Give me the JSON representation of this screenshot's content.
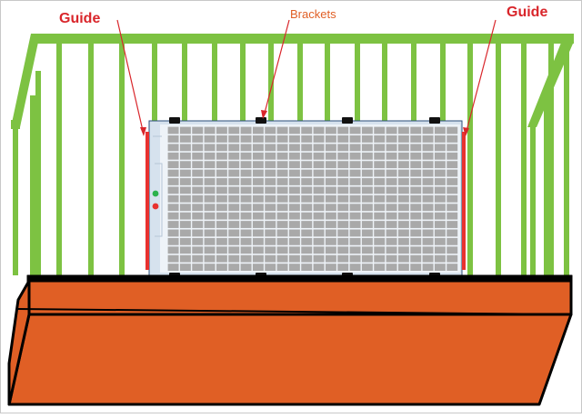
{
  "labels": {
    "guide_left": "Guide",
    "guide_right": "Guide",
    "brackets": "Brackets"
  },
  "colors": {
    "railing": "#7dc242",
    "annotation": "#d9262b",
    "guide_rail": "#e8312f",
    "box_top": "#e05f25",
    "box_front": "#e05f25",
    "outline": "#000000",
    "panel_frame": "#d6e2ee",
    "panel_cell": "#a9a9a9",
    "led_green": "#2bb24c",
    "led_red": "#e8312f"
  },
  "panel": {
    "rows": 17,
    "cols": 24
  }
}
